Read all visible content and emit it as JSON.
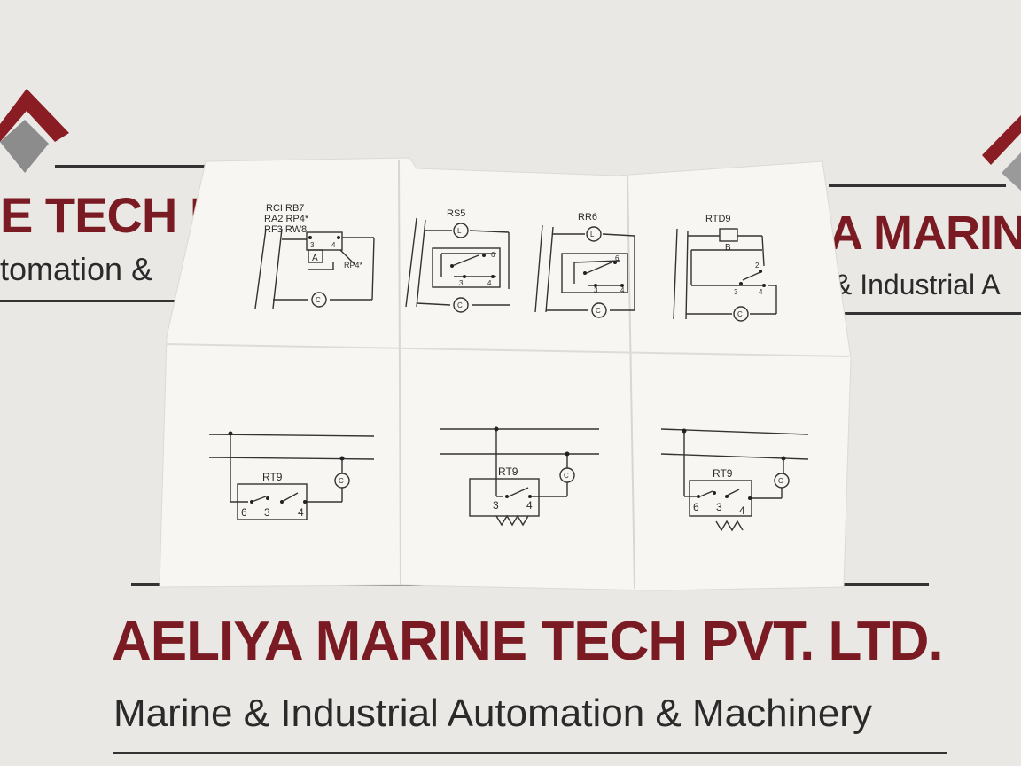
{
  "watermark": {
    "company_partial_left": "E TECH PV",
    "tagline_partial_left": "tomation &",
    "company_partial_right": "A MARINE",
    "tagline_partial_right": "& Industrial A",
    "company": "AELIYA MARINE TECH PVT. LTD.",
    "tagline": "Marine & Industrial Automation & Machinery",
    "colors": {
      "brand": "#7a1a22",
      "logo_grey": "#8f8f8f",
      "text": "#2a2a2a"
    }
  },
  "sheet": {
    "top_diagrams": [
      {
        "title_lines": [
          "RCI RB7",
          "RA2 RP4*",
          "RF3 RW8"
        ],
        "contact_a": "3",
        "contact_b": "4",
        "coil": "A",
        "side_note": "RP4*",
        "bottom_coil": "C"
      },
      {
        "title": "RS5",
        "top_coil": "L",
        "bottom_coil": "C",
        "terminals": [
          "6",
          "3",
          "4"
        ]
      },
      {
        "title": "RR6",
        "top_coil": "L",
        "bottom_coil": "C",
        "terminals": [
          "6",
          "3",
          "4"
        ]
      },
      {
        "title": "RTD9",
        "top_coil": "B",
        "bottom_coil": "C",
        "terminals": [
          "2",
          "3",
          "4"
        ]
      }
    ],
    "bottom_diagrams": [
      {
        "title": "RT9",
        "coil": "C",
        "terminals": [
          "6",
          "3",
          "4"
        ]
      },
      {
        "title": "RT9",
        "coil": "C",
        "terminals": [
          "3",
          "4"
        ]
      },
      {
        "title": "RT9",
        "coil": "C",
        "terminals": [
          "6",
          "3",
          "4"
        ]
      }
    ]
  }
}
